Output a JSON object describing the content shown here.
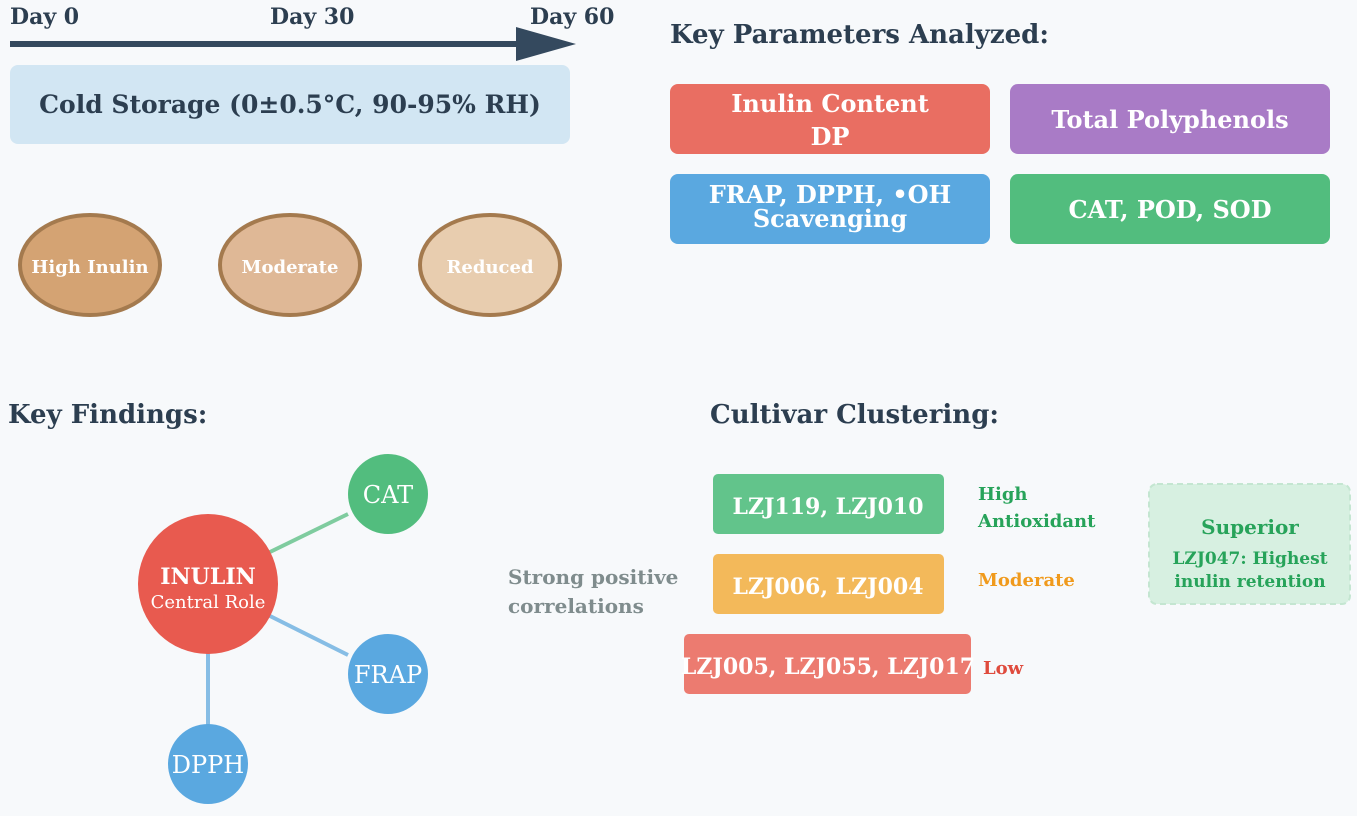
{
  "timeline": {
    "day0": "Day 0",
    "day30": "Day 30",
    "day60": "Day 60",
    "storage_label": "Cold Storage (0±0.5°C, 90-95% RH)"
  },
  "tubers": [
    {
      "label": "High Inulin",
      "color": "#d4a373"
    },
    {
      "label": "Moderate",
      "color": "#dfb896"
    },
    {
      "label": "Reduced",
      "color": "#e8cdaf"
    }
  ],
  "parameters": {
    "title": "Key Parameters Analyzed:",
    "items": [
      {
        "line1": "Inulin Content",
        "line2": "DP",
        "color": "#e96e62"
      },
      {
        "line1": "Total Polyphenols",
        "line2": "",
        "color": "#a97bc6"
      },
      {
        "line1": "FRAP, DPPH, •OH",
        "line2": "Scavenging",
        "color": "#5aa8e0"
      },
      {
        "line1": "CAT, POD, SOD",
        "line2": "",
        "color": "#52bd7e"
      }
    ]
  },
  "findings": {
    "title": "Key Findings:",
    "center_title": "INULIN",
    "center_sub": "Central Role",
    "nodes": [
      "CAT",
      "FRAP",
      "DPPH"
    ],
    "correlation_line1": "Strong positive",
    "correlation_line2": "correlations",
    "colors": {
      "center": "#e85a4f",
      "cat": "#52bd7e",
      "blue": "#5aa8e0"
    }
  },
  "clustering": {
    "title": "Cultivar Clustering:",
    "groups": [
      {
        "cultivars": "LZJ119, LZJ010",
        "label_line1": "High",
        "label_line2": "Antioxidant",
        "box_color": "#62c48b",
        "label_color": "#27a35a"
      },
      {
        "cultivars": "LZJ006, LZJ004",
        "label_line1": "Moderate",
        "label_line2": "",
        "box_color": "#f3b95a",
        "label_color": "#f09a1c"
      },
      {
        "cultivars": "LZJ005, LZJ055, LZJ017",
        "label_line1": "Low",
        "label_line2": "",
        "box_color": "#ec7b70",
        "label_color": "#df4b3d"
      }
    ],
    "superior": {
      "title": "Superior",
      "line1": "LZJ047: Highest",
      "line2": "inulin retention",
      "color": "#27a35a"
    }
  }
}
